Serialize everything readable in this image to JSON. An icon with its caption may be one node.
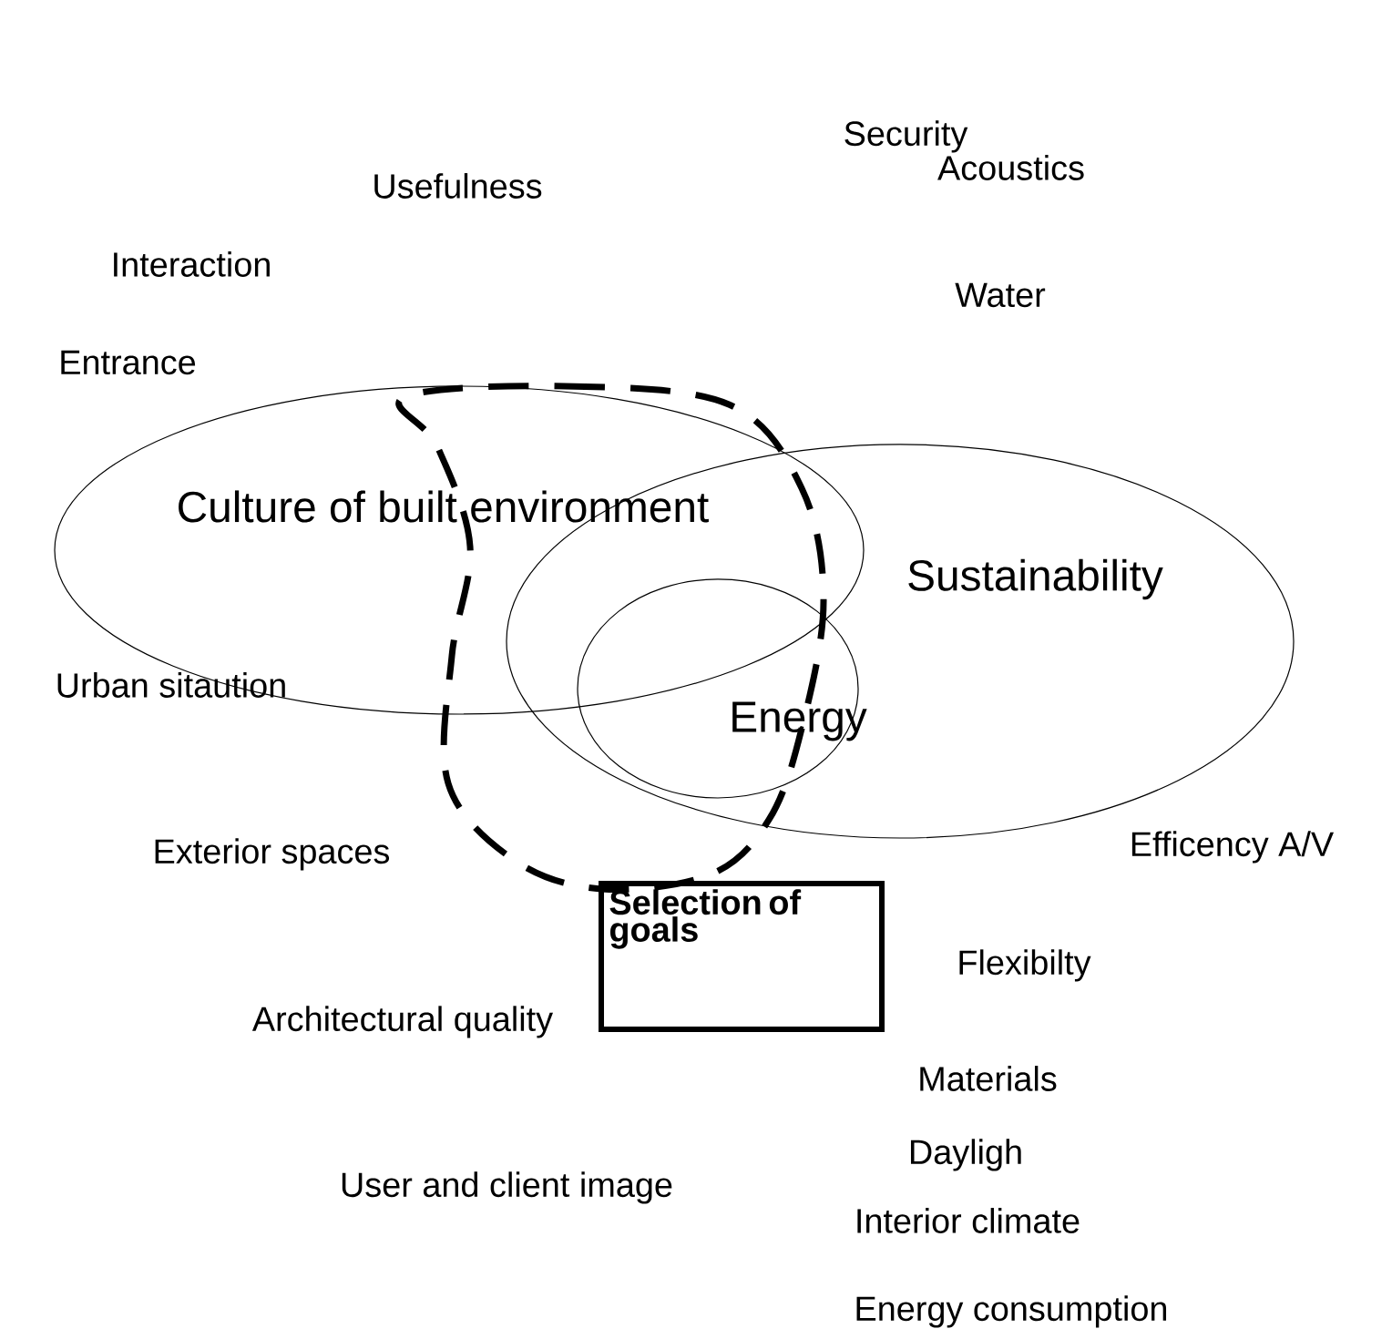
{
  "diagram": {
    "nodes": [
      {
        "text": [
          "Culture of built environment"
        ]
      },
      {
        "text": [
          "Sustainability"
        ]
      },
      {
        "text": [
          "Energy"
        ],
        "in": 1
      },
      {
        "text": [
          "Selection of goals"
        ]
      }
    ],
    "labels": [
      "Security",
      "Usefulness",
      "Acoustics",
      "Interaction",
      "Water",
      "Entrance",
      "Urban sitaution",
      "Exterior spaces",
      "Efficency A/V",
      "Flexibilty",
      "Architectural quality",
      "Materials",
      "Dayligh",
      "User and client image",
      "Interior climate",
      "Energy consumption"
    ]
  }
}
